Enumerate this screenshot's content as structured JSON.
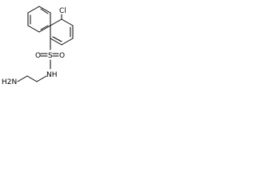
{
  "diagram": {
    "type": "chemical-structure",
    "atoms": {
      "chlorine": "Cl",
      "sulfur": "S",
      "oxygen_left": "O",
      "oxygen_right": "O",
      "amine_terminal": "H2N",
      "amide_nh": "NH"
    },
    "colors": {
      "bond": "#000000",
      "background": "#ffffff"
    }
  }
}
